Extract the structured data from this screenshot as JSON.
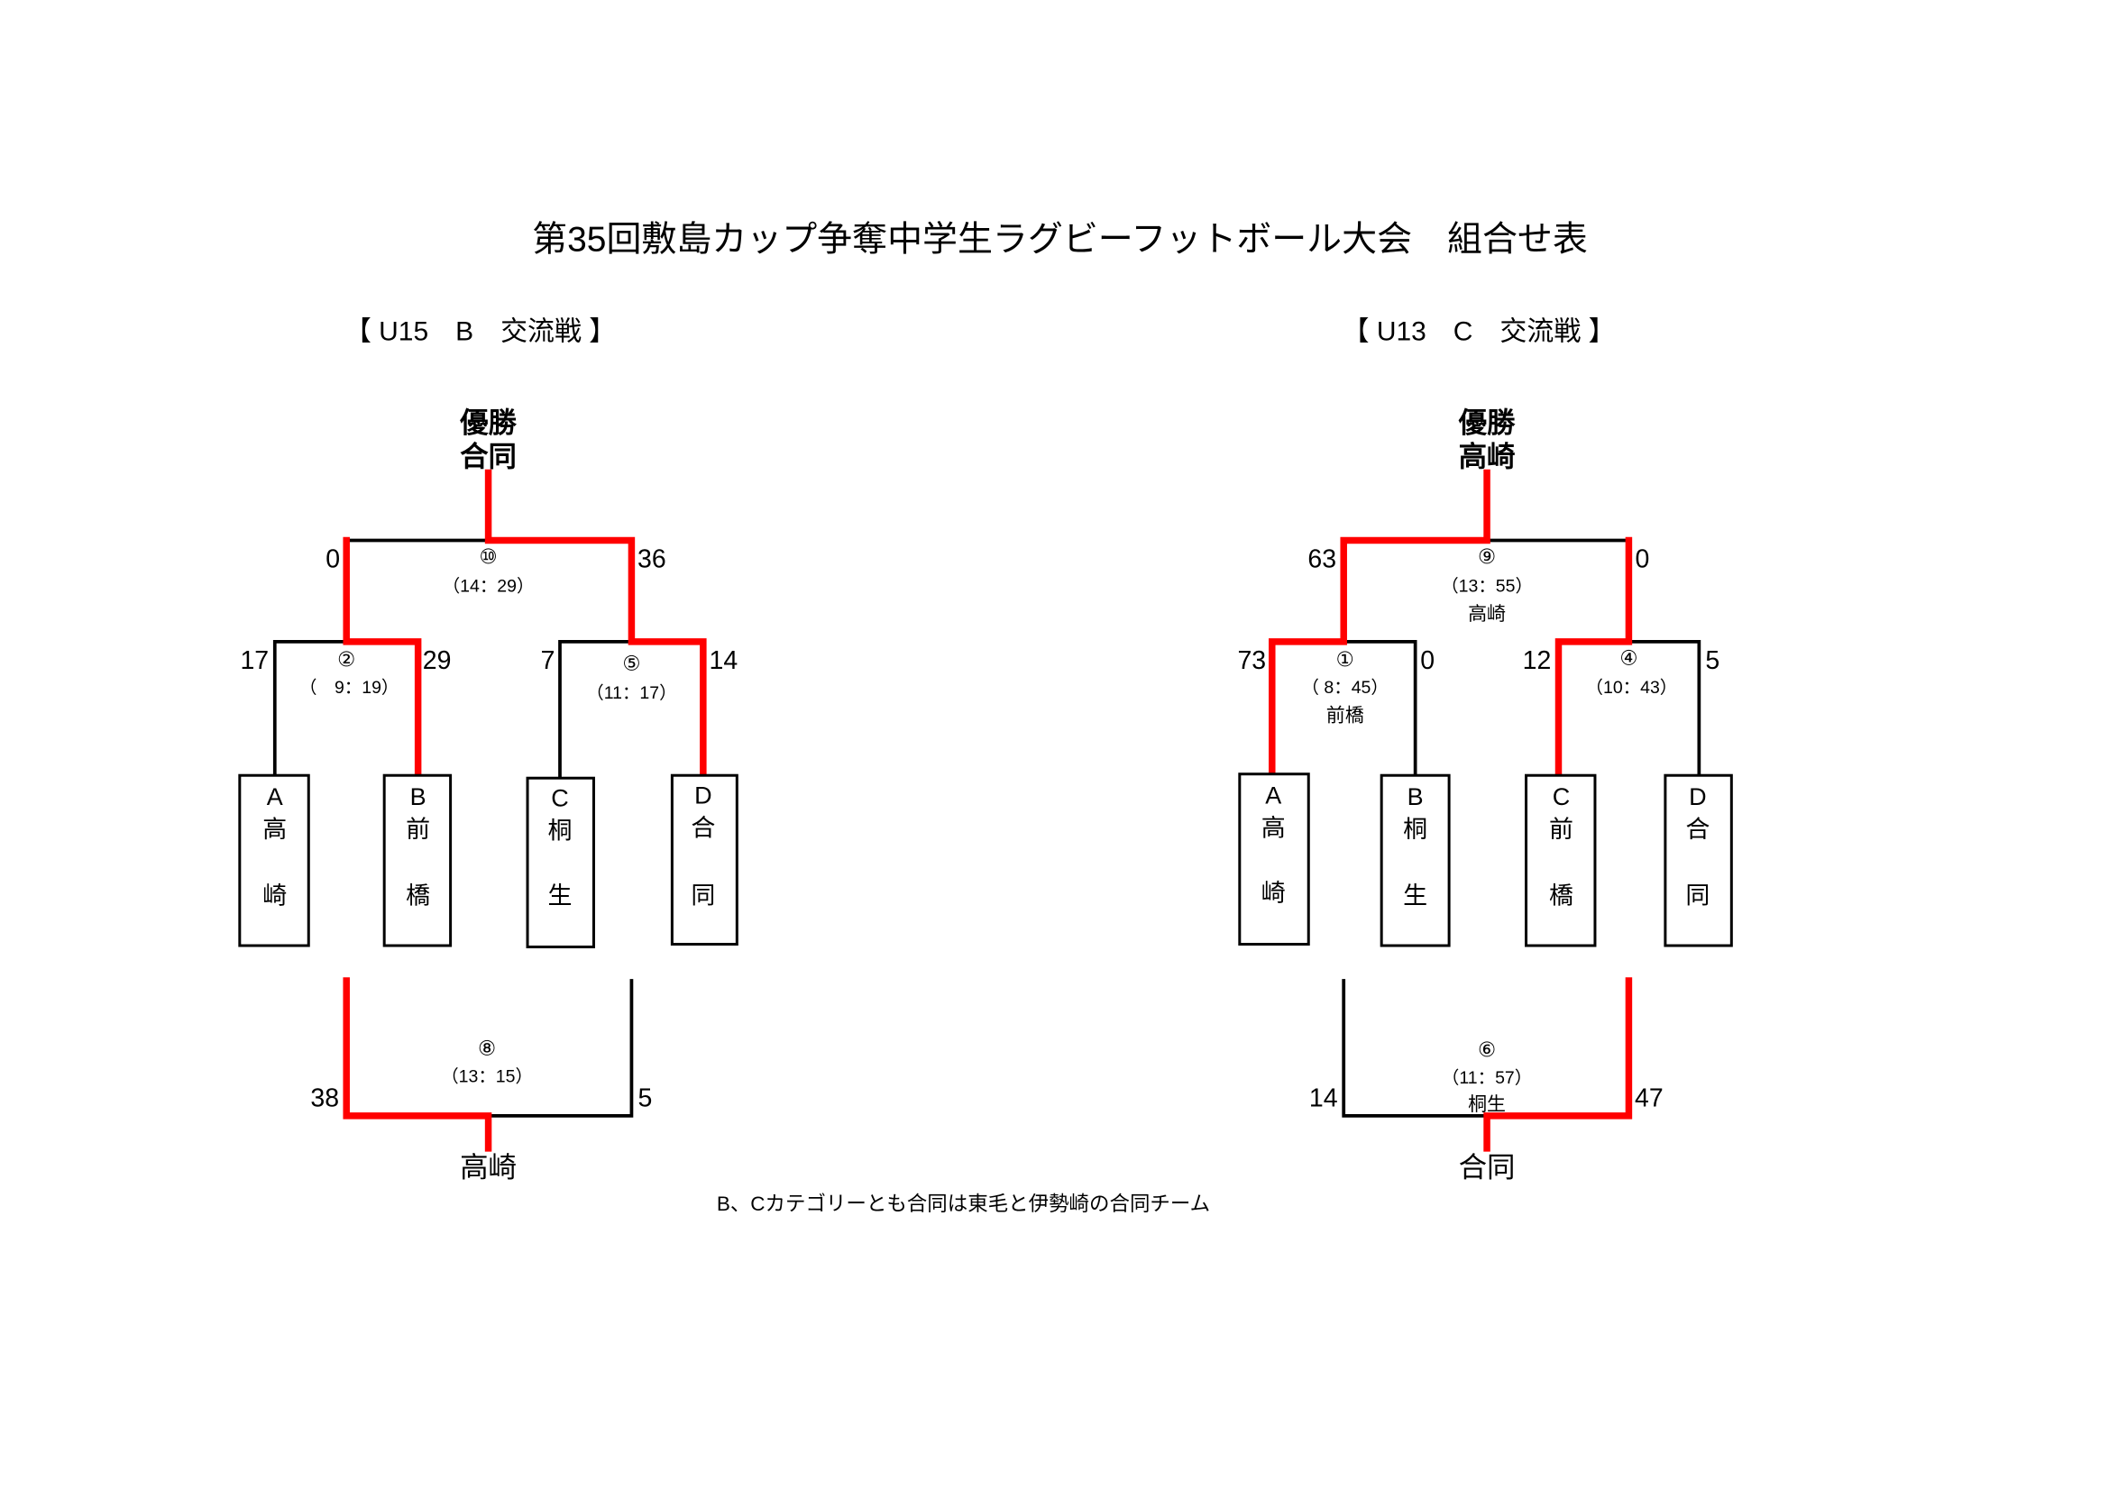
{
  "title": "第35回敷島カップ争奪中学生ラグビーフットボール大会　組合せ表",
  "note": "B、Cカテゴリーとも合同は東毛と伊勢崎の合同チーム",
  "colors": {
    "winner_path": "#ff0000",
    "line": "#000000"
  },
  "u15": {
    "header": "【 U15　B　交流戦 】",
    "champion_label": "優勝",
    "champion": "合同",
    "final": {
      "no": "⑩",
      "time": "（14：29）",
      "left_score": "0",
      "right_score": "36"
    },
    "semi1": {
      "no": "②",
      "time": "（　9：19）",
      "left_score": "17",
      "right_score": "29"
    },
    "semi2": {
      "no": "⑤",
      "time": "（11：17）",
      "left_score": "7",
      "right_score": "14"
    },
    "third": {
      "no": "⑧",
      "time": "（13：15）",
      "left_score": "38",
      "right_score": "5",
      "winner": "高崎"
    },
    "teams": [
      {
        "letter": "A",
        "c1": "高",
        "c2": "崎"
      },
      {
        "letter": "B",
        "c1": "前",
        "c2": "橋"
      },
      {
        "letter": "C",
        "c1": "桐",
        "c2": "生"
      },
      {
        "letter": "D",
        "c1": "合",
        "c2": "同"
      }
    ]
  },
  "u13": {
    "header": "【 U13　C　交流戦 】",
    "champion_label": "優勝",
    "champion": "高崎",
    "final": {
      "no": "⑨",
      "time": "（13：55）",
      "referee": "高崎",
      "left_score": "63",
      "right_score": "0"
    },
    "semi1": {
      "no": "①",
      "time": "（ 8：45）",
      "referee": "前橋",
      "left_score": "73",
      "right_score": "0"
    },
    "semi2": {
      "no": "④",
      "time": "（10：43）",
      "left_score": "12",
      "right_score": "5"
    },
    "third": {
      "no": "⑥",
      "time": "（11：57）",
      "referee": "桐生",
      "left_score": "14",
      "right_score": "47",
      "winner": "合同"
    },
    "teams": [
      {
        "letter": "A",
        "c1": "高",
        "c2": "崎"
      },
      {
        "letter": "B",
        "c1": "桐",
        "c2": "生"
      },
      {
        "letter": "C",
        "c1": "前",
        "c2": "橋"
      },
      {
        "letter": "D",
        "c1": "合",
        "c2": "同"
      }
    ]
  }
}
